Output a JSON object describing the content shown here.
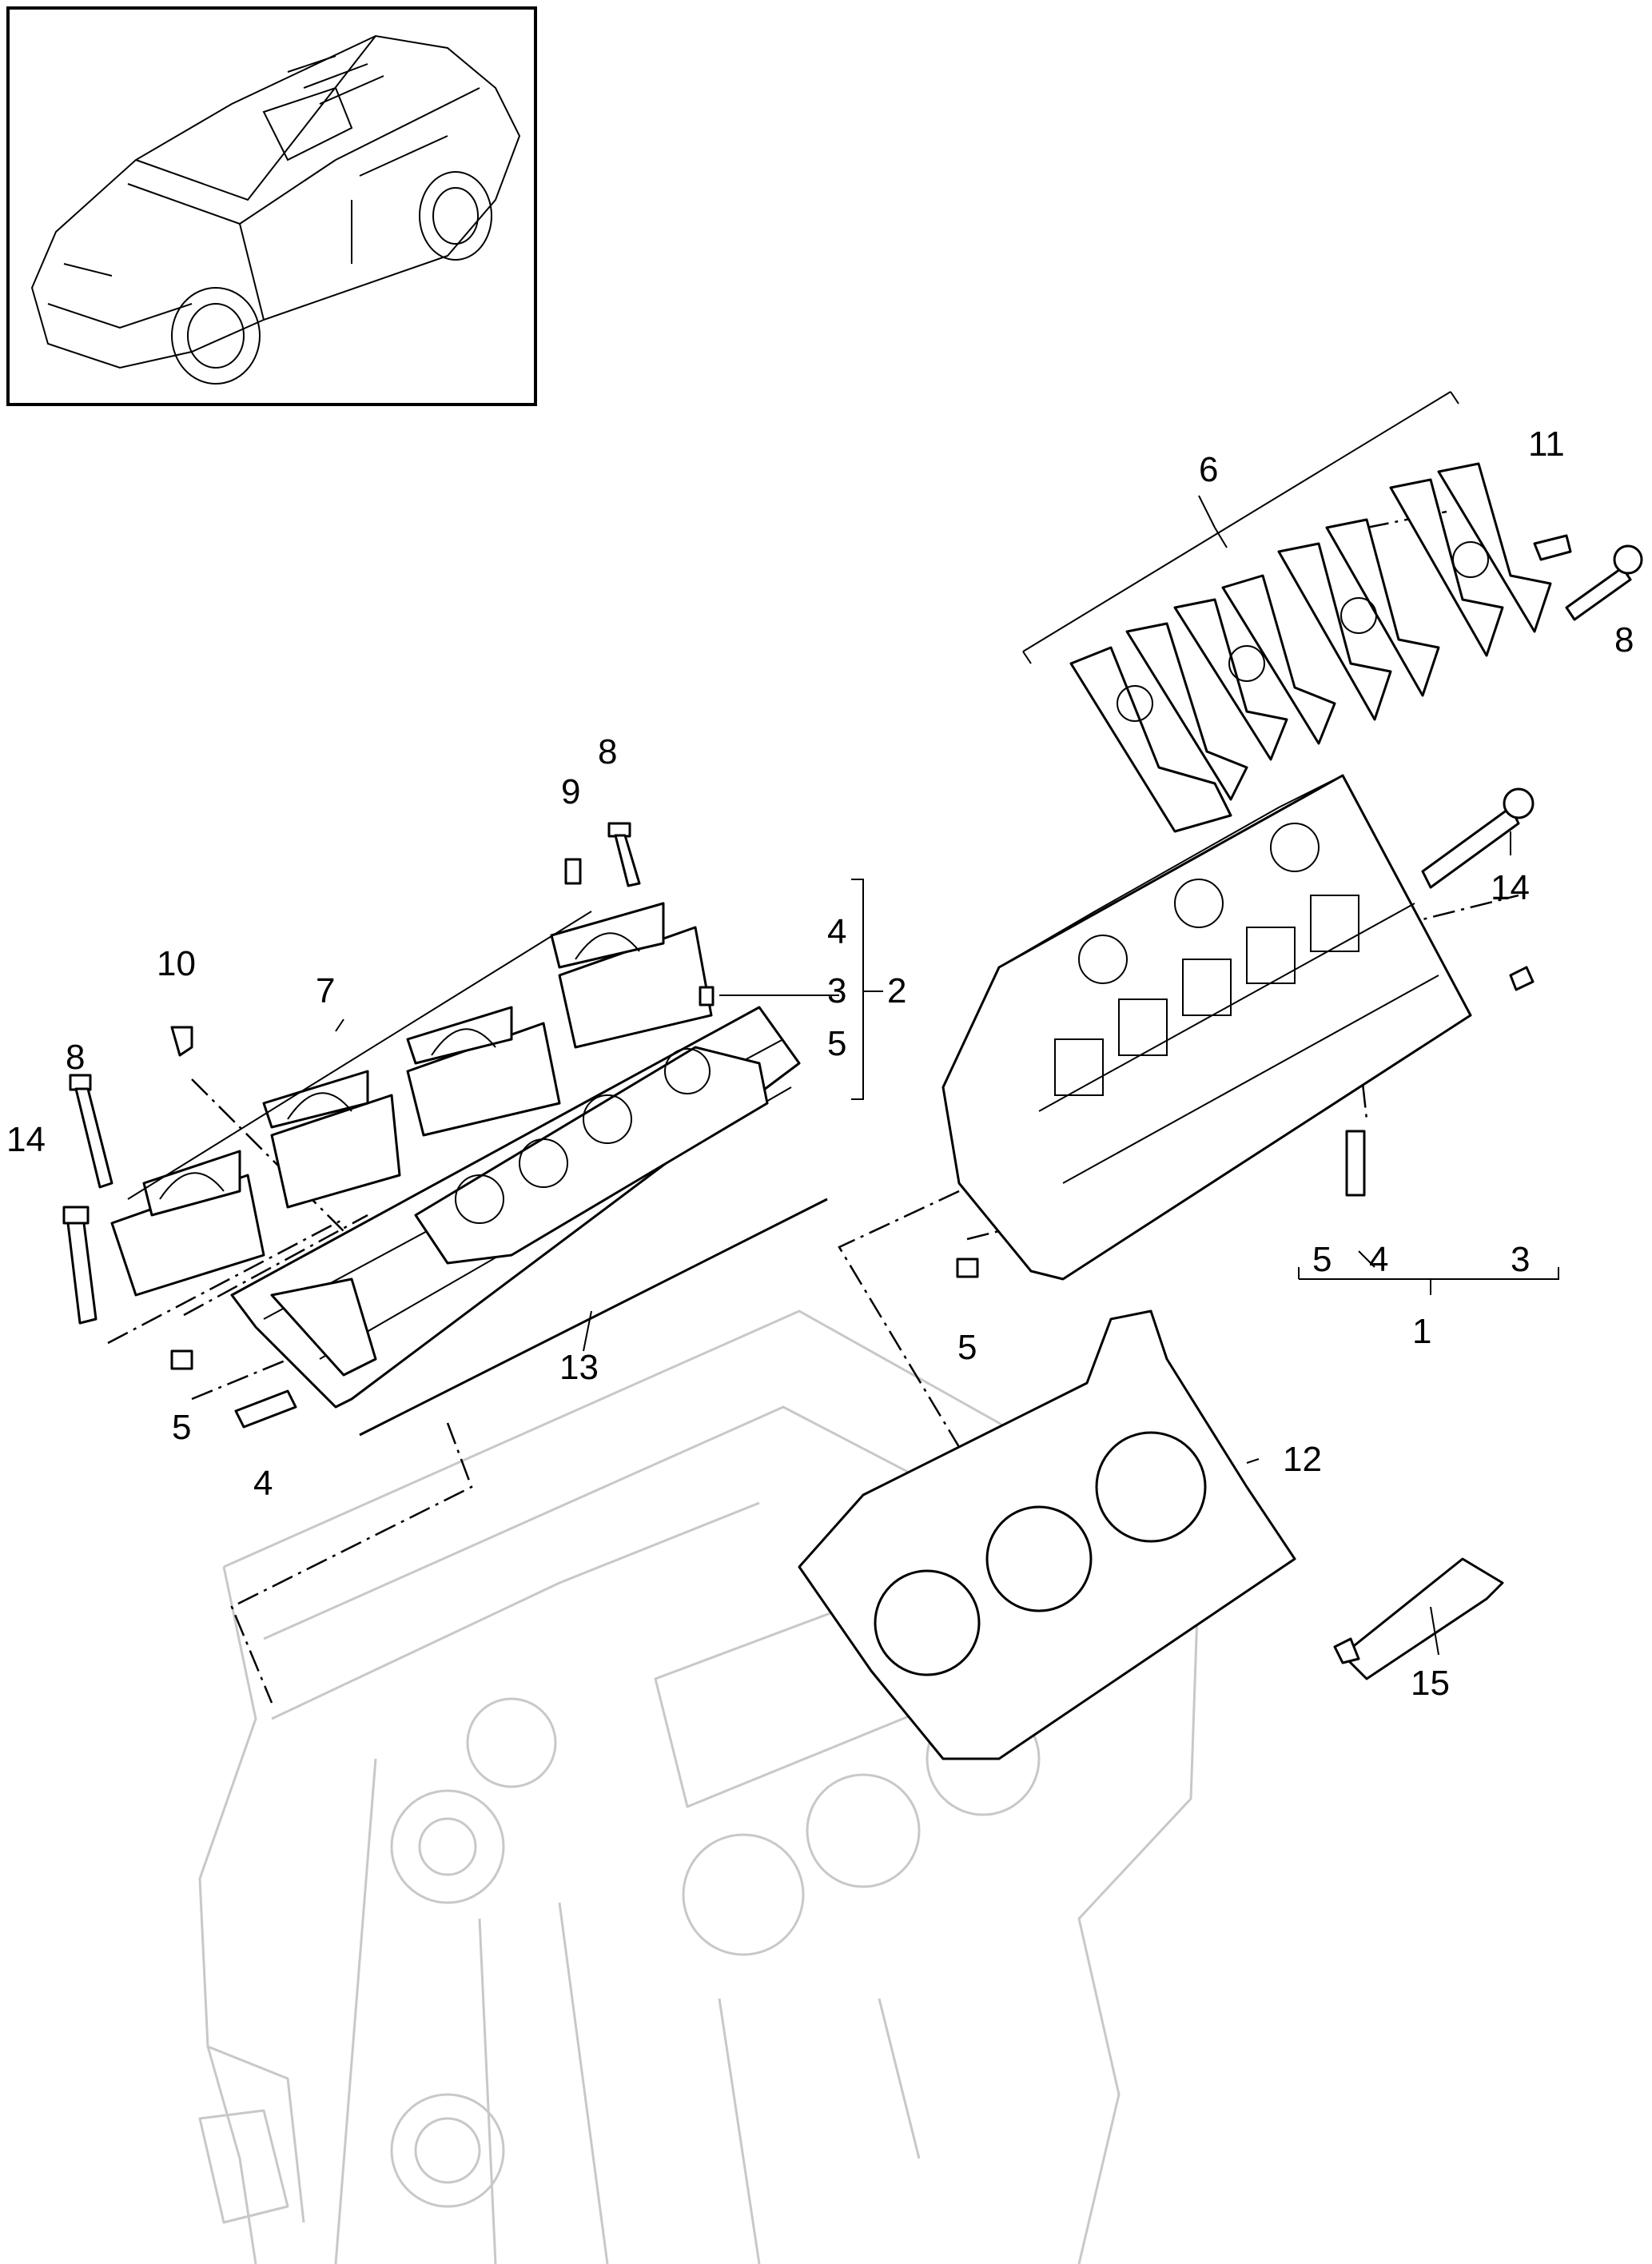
{
  "callouts": [
    {
      "id": "c1",
      "text": "1"
    },
    {
      "id": "c2",
      "text": "2"
    },
    {
      "id": "c3a",
      "text": "3"
    },
    {
      "id": "c3b",
      "text": "3"
    },
    {
      "id": "c4a",
      "text": "4"
    },
    {
      "id": "c4b",
      "text": "4"
    },
    {
      "id": "c4c",
      "text": "4"
    },
    {
      "id": "c5a",
      "text": "5"
    },
    {
      "id": "c5b",
      "text": "5"
    },
    {
      "id": "c5c",
      "text": "5"
    },
    {
      "id": "c5d",
      "text": "5"
    },
    {
      "id": "c6",
      "text": "6"
    },
    {
      "id": "c7",
      "text": "7"
    },
    {
      "id": "c8a",
      "text": "8"
    },
    {
      "id": "c8b",
      "text": "8"
    },
    {
      "id": "c8c",
      "text": "8"
    },
    {
      "id": "c9",
      "text": "9"
    },
    {
      "id": "c10",
      "text": "10"
    },
    {
      "id": "c11",
      "text": "11"
    },
    {
      "id": "c12",
      "text": "12"
    },
    {
      "id": "c13",
      "text": "13"
    },
    {
      "id": "c14a",
      "text": "14"
    },
    {
      "id": "c14b",
      "text": "14"
    },
    {
      "id": "c15",
      "text": "15"
    }
  ],
  "icons": {
    "vehicle": "suv-thumbnail-icon"
  }
}
